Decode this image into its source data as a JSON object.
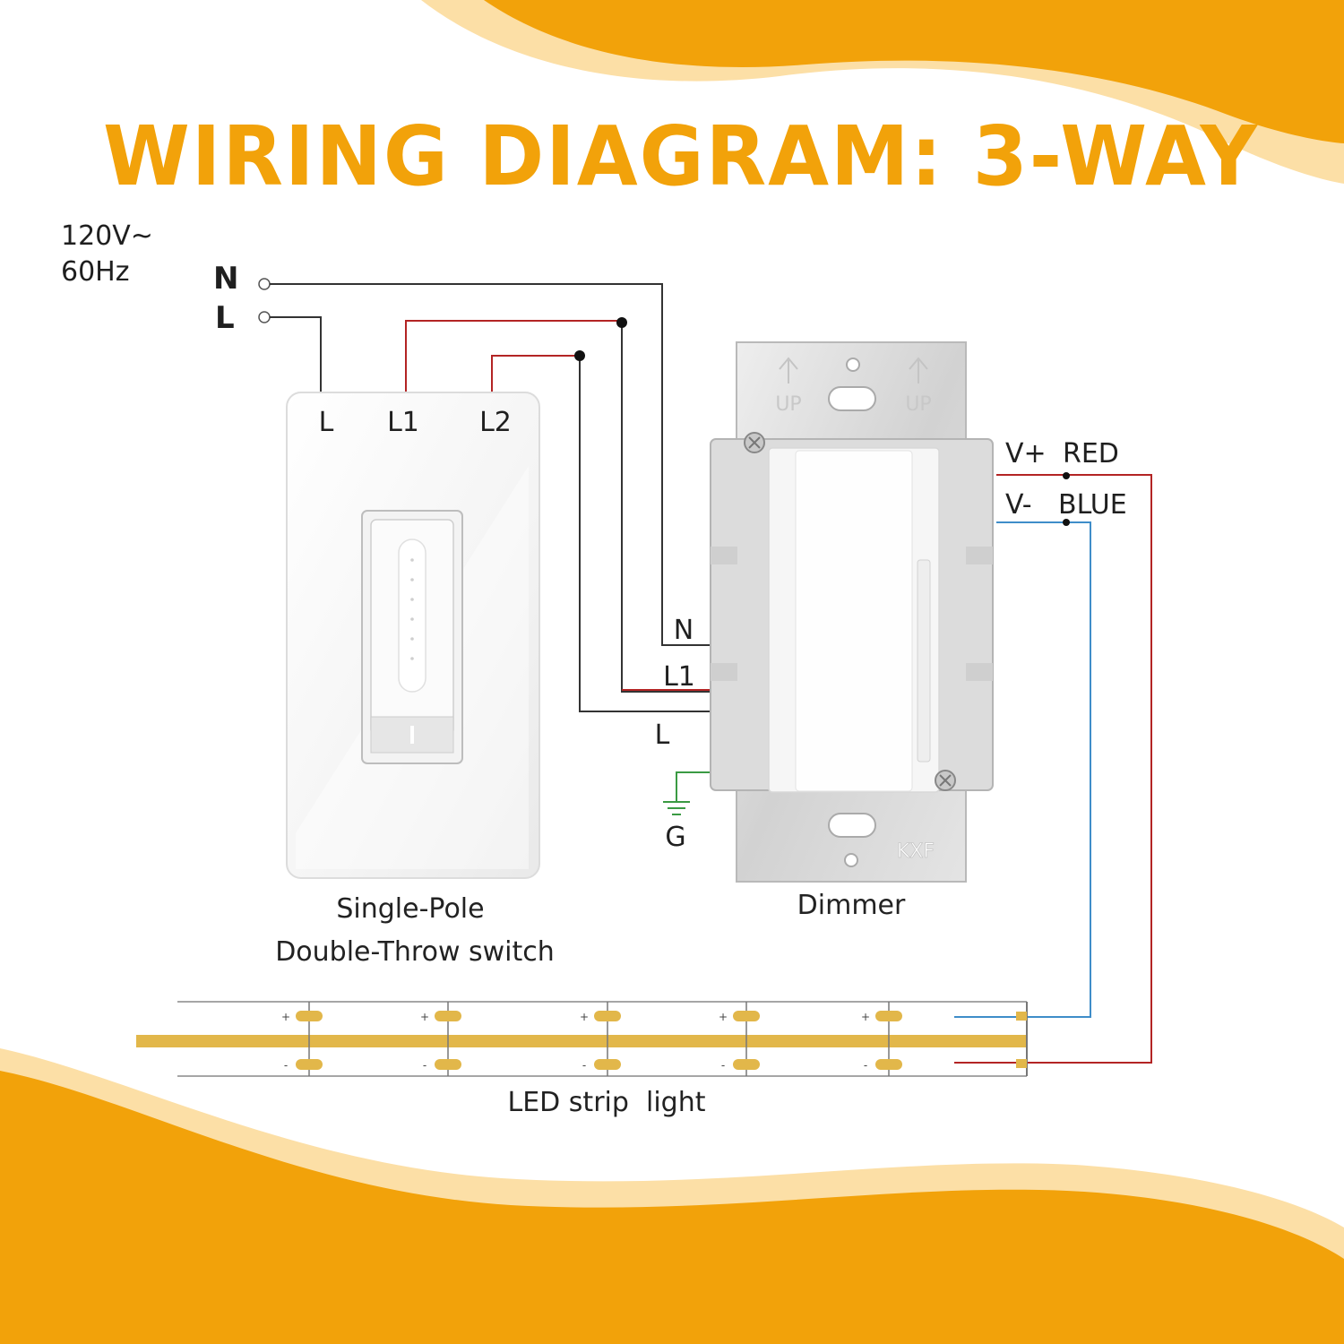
{
  "title": "WIRING DIAGRAM: 3-WAY",
  "supply": {
    "voltage": "120V~",
    "frequency": "60Hz",
    "neutral": "N",
    "live": "L"
  },
  "switch": {
    "terminal_l": "L",
    "terminal_l1": "L1",
    "terminal_l2": "L2",
    "caption_line1": "Single-Pole",
    "caption_line2": "Double-Throw switch"
  },
  "dimmer": {
    "brand": "KXF",
    "up_marks": [
      "UP",
      "UP"
    ],
    "wire_n": "N",
    "wire_l1": "L1",
    "wire_l": "L",
    "wire_g": "G",
    "vplus": "V+",
    "vplus_color": "RED",
    "vminus": "V-",
    "vminus_color": "BLUE",
    "caption": "Dimmer"
  },
  "led": {
    "plus": "+",
    "minus": "-",
    "caption": "LED strip  light"
  },
  "colors": {
    "accent": "#F2A20A",
    "accent_light": "#FCDFA6",
    "wire_black": "#333333",
    "wire_red": "#B32424",
    "wire_blue": "#3F8DC9",
    "wire_green": "#3A9A43",
    "led_gold": "#E2B74A"
  }
}
